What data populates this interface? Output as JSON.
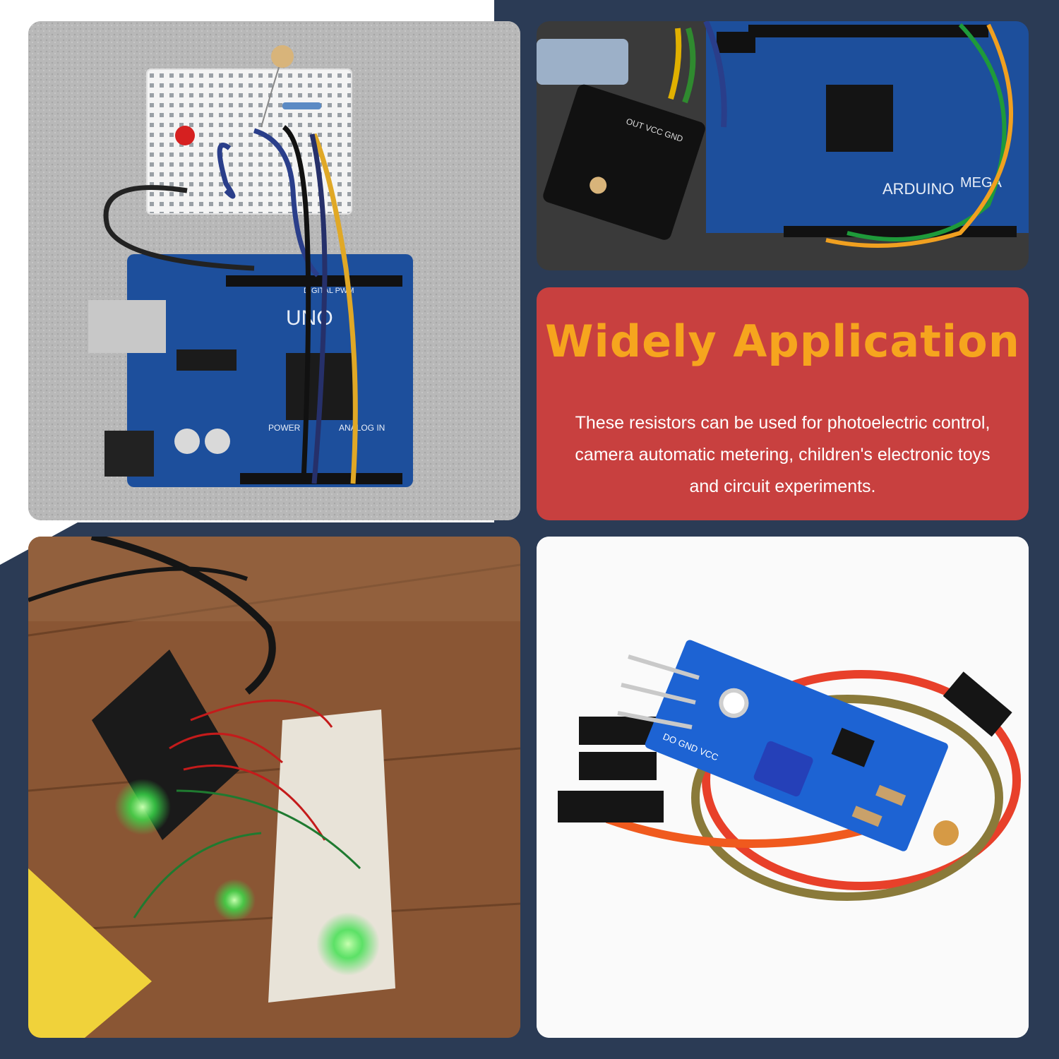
{
  "feature": {
    "title": "Widely Application",
    "description": "These resistors can be used for photoelectric control, camera automatic metering, children's electronic toys and circuit experiments."
  },
  "photos": {
    "uno_label": "UNO",
    "mega_label": "MEGA",
    "arduino_label": "ARDUINO",
    "power_label": "POWER",
    "analog_label": "ANALOG IN",
    "digital_label": "DIGITAL PWM",
    "module_pins": "OUT VCC GND",
    "sensor_pins": "DO GND VCC"
  },
  "colors": {
    "navy": "#2b3b55",
    "red_panel": "#c8403f",
    "headline": "#f6a51e",
    "board_blue": "#1d4f9c"
  }
}
